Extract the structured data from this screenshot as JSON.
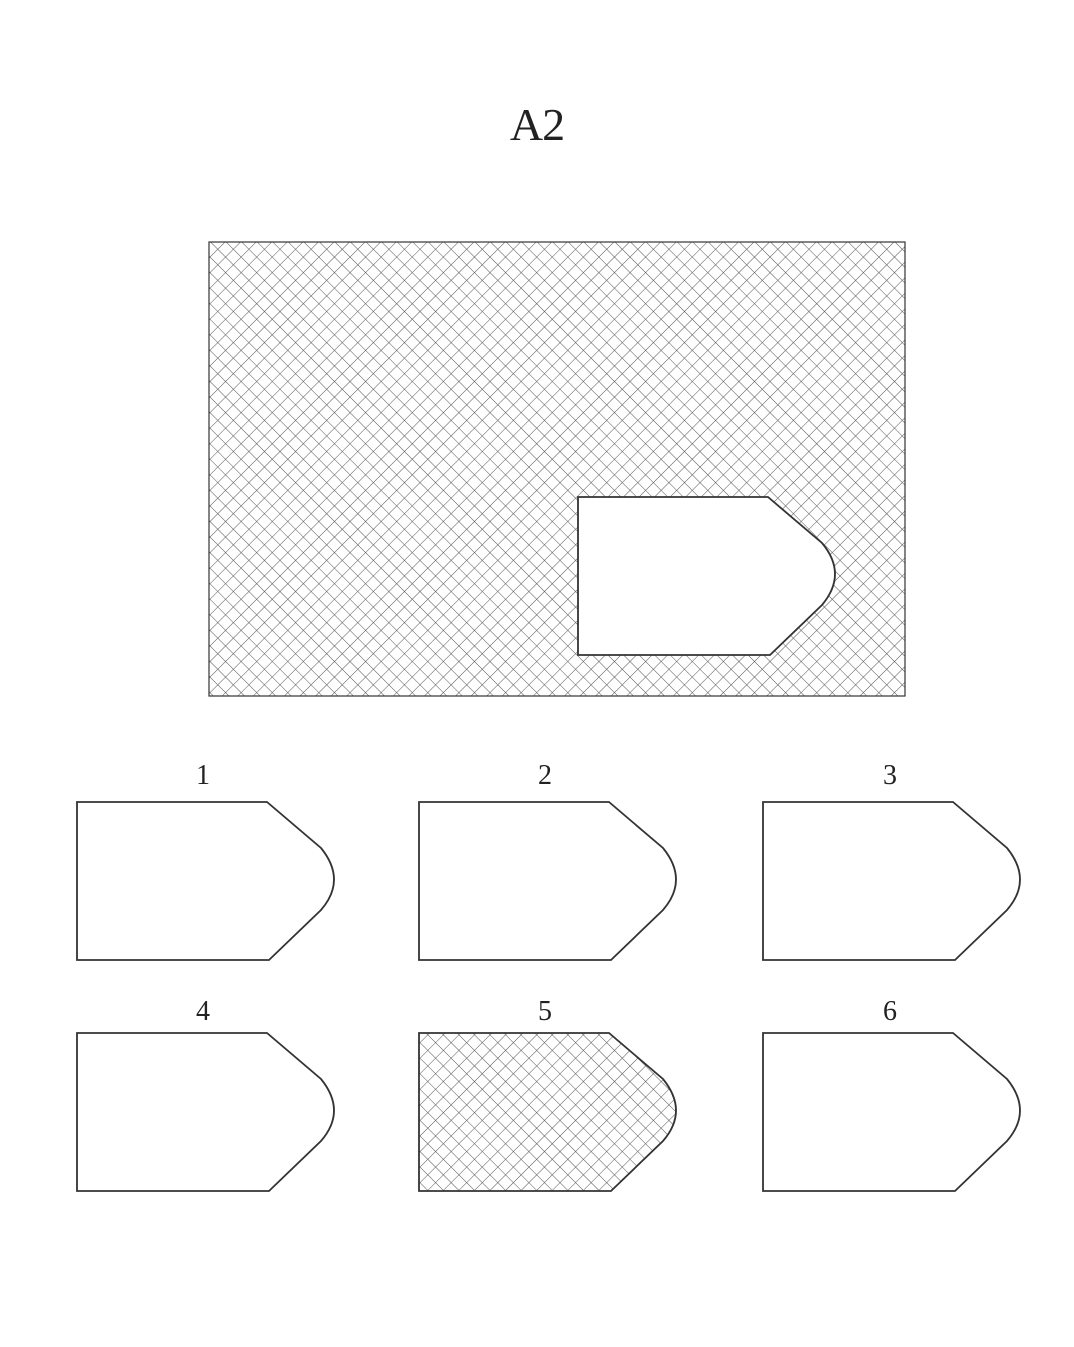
{
  "page": {
    "title": "A2"
  },
  "problem": {
    "pattern": "diagonal-crosshatch",
    "missing_piece_shape": "pentagon-rounded-tip"
  },
  "options": [
    {
      "label": "1",
      "fill": "blank"
    },
    {
      "label": "2",
      "fill": "blank"
    },
    {
      "label": "3",
      "fill": "blank"
    },
    {
      "label": "4",
      "fill": "blank"
    },
    {
      "label": "5",
      "fill": "crosshatch"
    },
    {
      "label": "6",
      "fill": "blank"
    }
  ],
  "colors": {
    "line": "#333333",
    "hatch": "#555555",
    "background": "#ffffff"
  }
}
